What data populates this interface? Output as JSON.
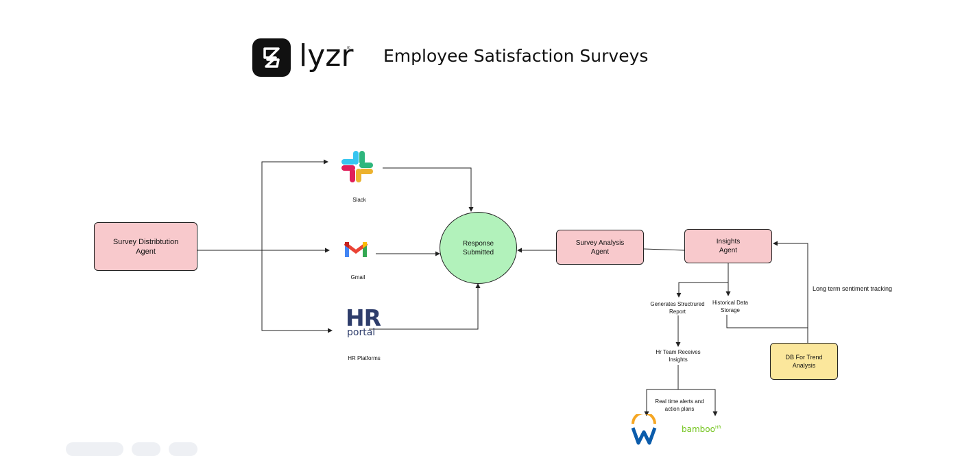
{
  "header": {
    "brand": "lyzr",
    "title": "Employee Satisfaction Surveys"
  },
  "nodes": {
    "distribution": "Survey Distribtution\nAgent",
    "response": "Response\nSubmitted",
    "analysis": "Survey Analysis\nAgent",
    "insights": "Insights\nAgent",
    "db": "DB For Trend\nAnalysis"
  },
  "labels": {
    "slack": "Slack",
    "gmail": "Gmail",
    "hr_platforms": "HR Platforms",
    "structured_report": "Generates Structrured\nReport",
    "historical": "Historical Data\nStorage",
    "long_term": "Long term sentiment tracking",
    "hr_team": "Hr Team Receives\nInsights",
    "alerts": "Real time alerts and\naction plans"
  },
  "logos": {
    "hr_portal_top": "HR",
    "hr_portal_bottom": "portal",
    "bamboo": "bamboo",
    "bamboo_suffix": "HR"
  },
  "icons": [
    "lyzr-logo-icon",
    "slack-icon",
    "gmail-icon",
    "hr-portal-logo",
    "workday-logo",
    "bamboohr-logo"
  ],
  "colors": {
    "agent_fill": "#f8c9cc",
    "response_fill": "#b2f2bb",
    "db_fill": "#fbe79c",
    "wire": "#222222"
  }
}
